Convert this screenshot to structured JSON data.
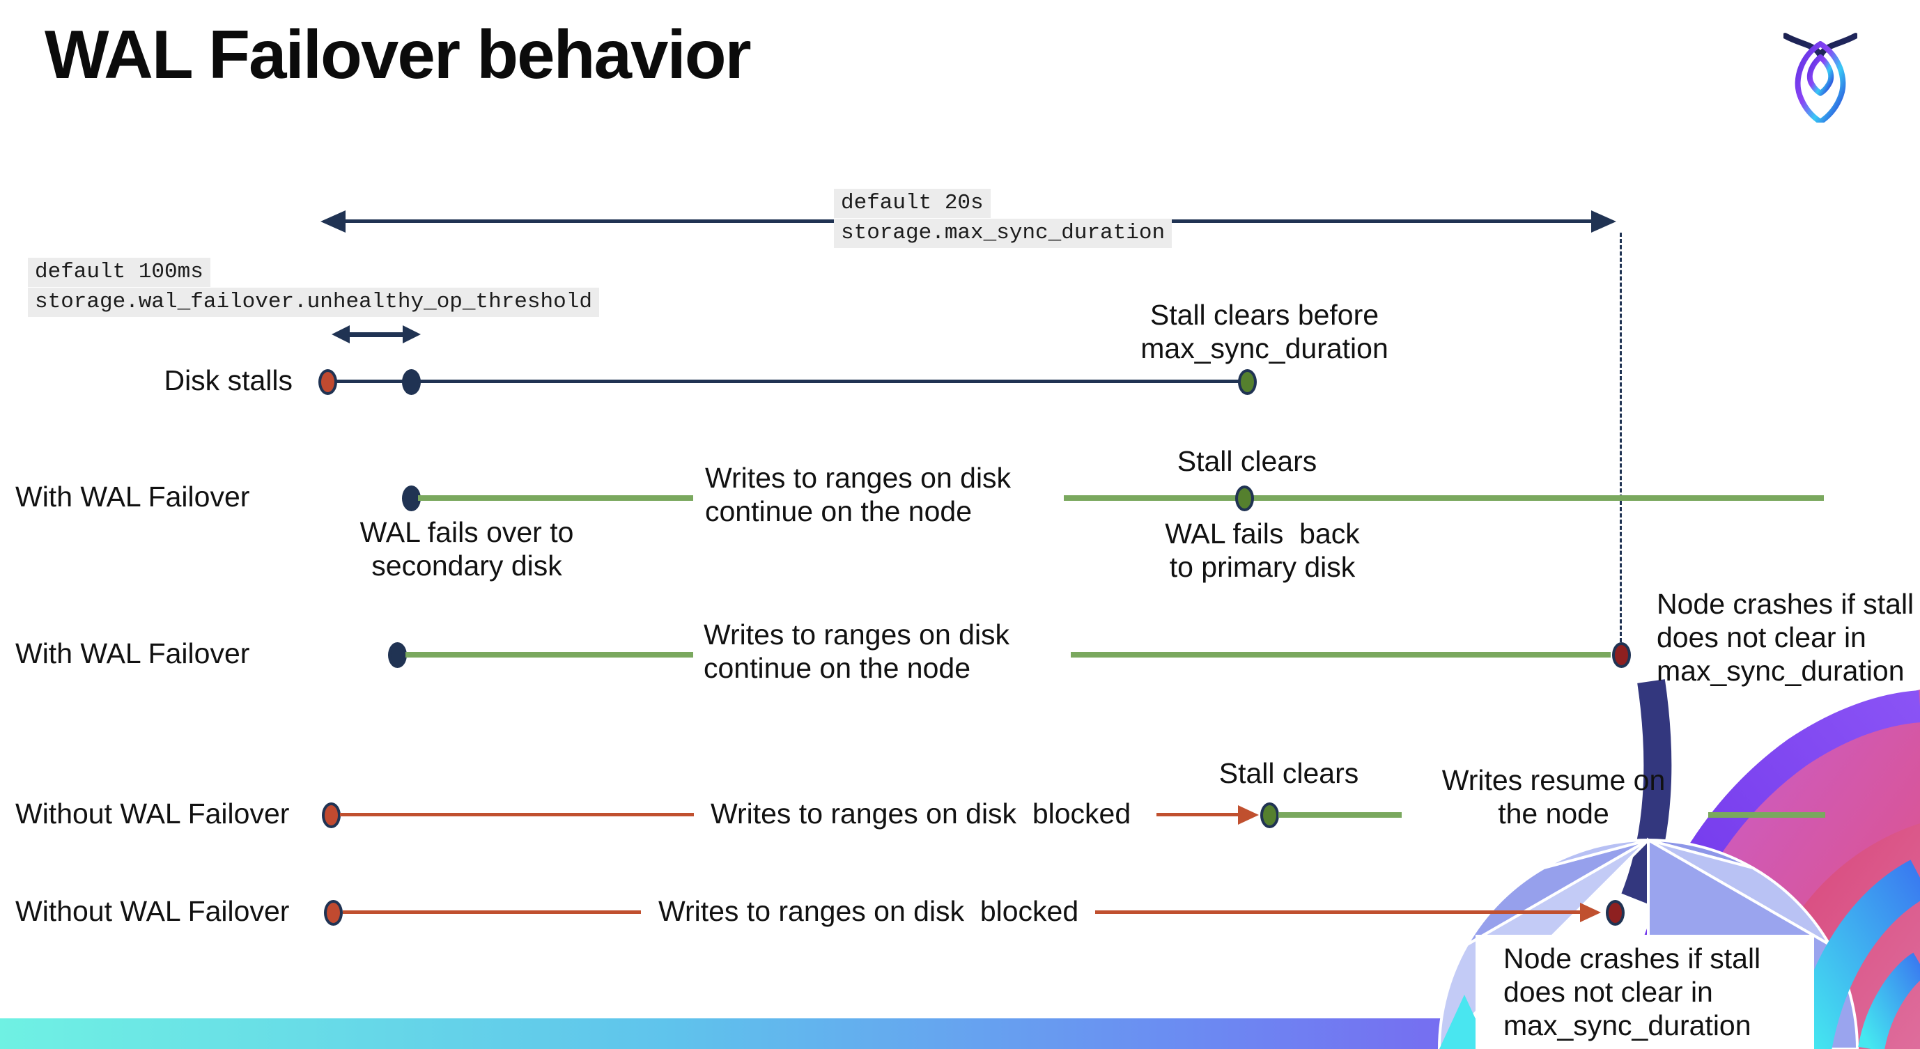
{
  "title": "WAL Failover behavior",
  "config_labels": {
    "max_sync_default": "default 20s",
    "max_sync_setting": "storage.max_sync_duration",
    "threshold_default": "default 100ms",
    "threshold_setting": "storage.wal_failover.unhealthy_op_threshold"
  },
  "rows": [
    {
      "label": "Disk stalls",
      "stall_caption": "Stall clears before\nmax_sync_duration"
    },
    {
      "label": "With WAL Failover",
      "failover_caption": "WAL fails over to\nsecondary disk",
      "writes_caption": "Writes to ranges on disk\ncontinue on the node",
      "stall_caption": "Stall clears",
      "failback_caption": "WAL fails  back\nto primary disk"
    },
    {
      "label": "With WAL Failover",
      "writes_caption": "Writes to ranges on disk\ncontinue on the node",
      "crash_caption": "Node crashes if stall\ndoes not clear in\nmax_sync_duration"
    },
    {
      "label": "Without WAL Failover",
      "writes_caption": "Writes to ranges on disk  blocked",
      "stall_caption": "Stall clears",
      "resume_caption": "Writes resume on\nthe node"
    },
    {
      "label": "Without WAL Failover",
      "writes_caption": "Writes to ranges on disk  blocked",
      "crash_caption": "Node crashes if stall\ndoes not clear in\nmax_sync_duration"
    }
  ],
  "colors": {
    "navy": "#203353",
    "green-line": "#7aa85e",
    "green-dot": "#55802e",
    "red": "#c0502f",
    "red-dot": "#c14a30",
    "dark-red": "#8e2020",
    "label-bg": "#ececec",
    "bar-start": "#6ff1e3",
    "bar-end": "#8655ee"
  }
}
